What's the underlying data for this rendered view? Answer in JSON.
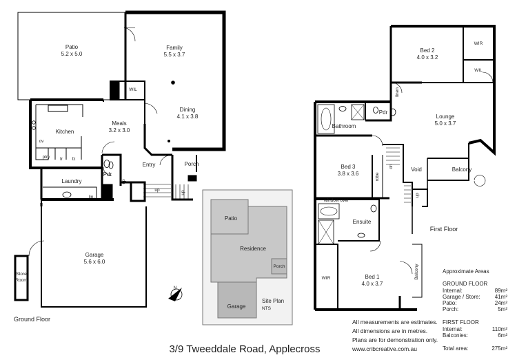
{
  "ground_floor": {
    "caption": "Ground Floor",
    "rooms": {
      "patio": {
        "name": "Patio",
        "size": "5.2 x 5.0"
      },
      "family": {
        "name": "Family",
        "size": "5.5 x 3.7"
      },
      "wil": {
        "name": "WIL"
      },
      "dining": {
        "name": "Dining",
        "size": "4.1 x 3.8"
      },
      "meals": {
        "name": "Meals",
        "size": "3.2 x 3.0"
      },
      "kitchen": {
        "name": "Kitchen"
      },
      "ov": {
        "name": "ov"
      },
      "ptry": {
        "name": "ptry"
      },
      "fr": {
        "name": "fr"
      },
      "fz": {
        "name": "fz"
      },
      "pdr": {
        "name": "Pdr"
      },
      "entry": {
        "name": "Entry"
      },
      "porch": {
        "name": "Porch"
      },
      "laundry": {
        "name": "Laundry"
      },
      "lin": {
        "name": "lin."
      },
      "up1": {
        "name": "up"
      },
      "up2": {
        "name": "up"
      },
      "up3": {
        "name": "up"
      },
      "garage": {
        "name": "Garage",
        "size": "5.6 x 6.0"
      },
      "store": {
        "name": "Store",
        "name2": "Room"
      }
    }
  },
  "first_floor": {
    "caption": "First Floor",
    "rooms": {
      "bed2": {
        "name": "Bed 2",
        "size": "4.0 x 3.2"
      },
      "wir_top": {
        "name": "WIR"
      },
      "wil_top": {
        "name": "WIL"
      },
      "linen": {
        "name": "linen"
      },
      "pdr": {
        "name": "Pdr"
      },
      "bathroom": {
        "name": "Bathroom"
      },
      "lounge": {
        "name": "Lounge",
        "size": "5.0 x 3.7"
      },
      "bed3": {
        "name": "Bed 3",
        "size": "3.8 x 3.6"
      },
      "robe": {
        "name": "robe"
      },
      "dn": {
        "name": "dn"
      },
      "void": {
        "name": "Void"
      },
      "balcony_top": {
        "name": "Balcony"
      },
      "window_over": {
        "name": "window over"
      },
      "up": {
        "name": "up"
      },
      "ensuite": {
        "name": "Ensuite"
      },
      "wir_bottom": {
        "name": "WIR"
      },
      "bed1": {
        "name": "Bed 1",
        "size": "4.0 x 3.7"
      },
      "balcony_side": {
        "name": "Balcony"
      }
    }
  },
  "site_plan": {
    "title": "Site Plan",
    "subtitle": "NTS",
    "labels": {
      "patio": "Patio",
      "residence": "Residence",
      "porch": "Porch",
      "garage": "Garage"
    },
    "north": "N"
  },
  "areas": {
    "title": "Approximate Areas",
    "ground_heading": "GROUND FLOOR",
    "ground_rows": [
      {
        "label": "Internal:",
        "value": "89m²"
      },
      {
        "label": "Garage / Store:",
        "value": "41m²"
      },
      {
        "label": "Patio:",
        "value": "24m²"
      },
      {
        "label": "Porch:",
        "value": "5m²"
      }
    ],
    "first_heading": "FIRST FLOOR",
    "first_rows": [
      {
        "label": "Internal:",
        "value": "110m²"
      },
      {
        "label": "Balconies:",
        "value": "6m²"
      }
    ],
    "total": {
      "label": "Total area:",
      "value": "275m²"
    }
  },
  "disclaimer": [
    "All measurements are estimates.",
    "All dimensions are in metres.",
    "Plans are for demonstration only.",
    "www.cribcreative.com.au"
  ],
  "address": "3/9 Tweeddale Road, Applecross"
}
